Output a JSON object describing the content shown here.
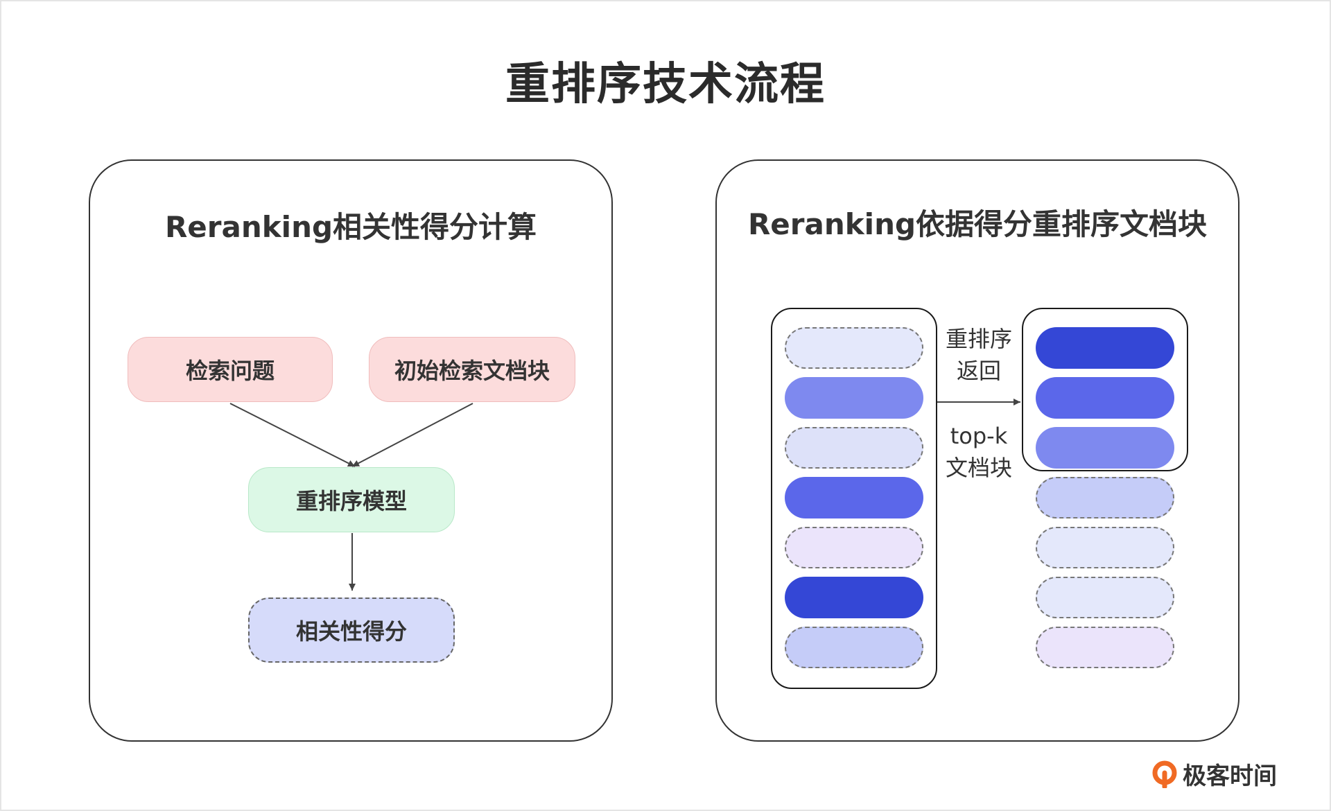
{
  "title": "重排序技术流程",
  "left_panel": {
    "title": "Reranking相关性得分计算",
    "nodes": {
      "query": "检索问题",
      "initial_docs": "初始检索文档块",
      "rerank_model": "重排序模型",
      "relevance_score": "相关性得分"
    }
  },
  "right_panel": {
    "title": "Reranking依据得分重排序文档块",
    "arrow_label_top": [
      "重排序",
      "返回"
    ],
    "arrow_label_bottom": [
      "top-k",
      "文档块"
    ],
    "left_stack_colors": [
      "#e4e8fb",
      "#7e89ef",
      "#dde1f9",
      "#5b67ea",
      "#ebe4fb",
      "#3447d6",
      "#c5ccf8"
    ],
    "left_stack_dashed": [
      true,
      false,
      true,
      false,
      true,
      false,
      true
    ],
    "right_stack_colors": [
      "#3447d6",
      "#5b67ea",
      "#7e89ef",
      "#c5ccf8",
      "#e4e8fb",
      "#e4e8fb",
      "#ebe4fb"
    ],
    "right_stack_dashed": [
      false,
      false,
      false,
      true,
      true,
      true,
      true
    ],
    "top_k": 3
  },
  "logo": {
    "text": "极客时间",
    "color": "#f06a24"
  }
}
